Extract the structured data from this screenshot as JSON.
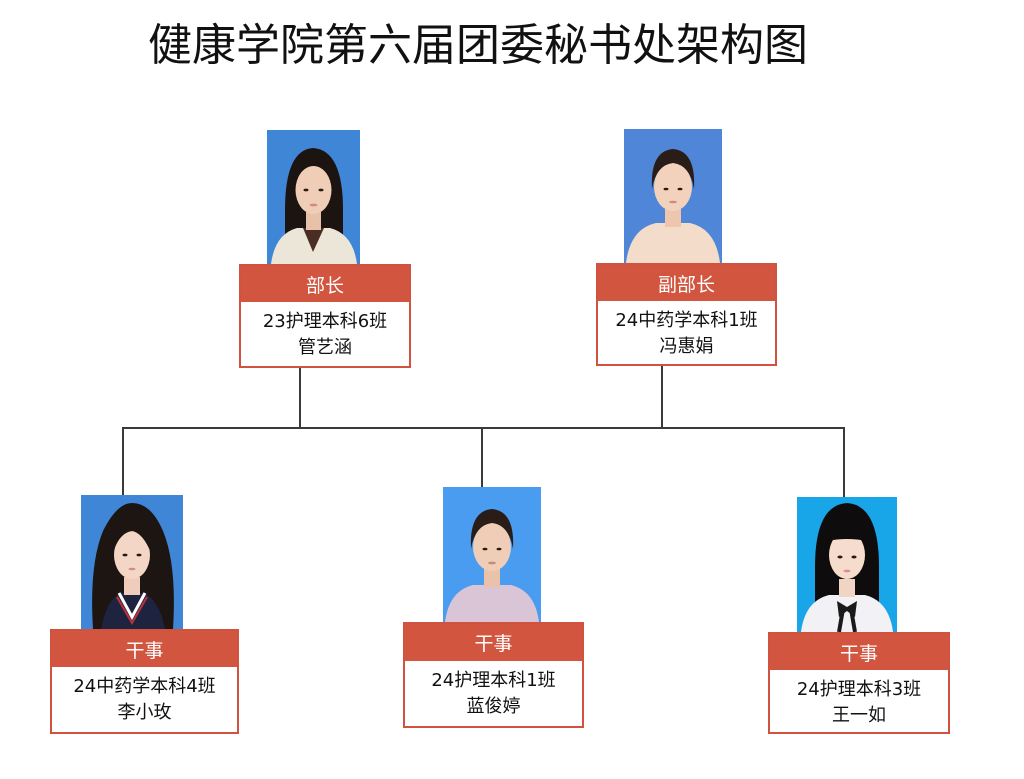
{
  "title": "健康学院第六届团委秘书处架构图",
  "colors": {
    "header_bg": "#d1553f",
    "border": "#d1533f",
    "connector": "#3a3a3a",
    "photo_bg_blue": "#4a8ad8",
    "photo_bg_cyan": "#1aa8e8"
  },
  "leaders": [
    {
      "role": "部长",
      "class": "23护理本科6班",
      "name": "管艺涵",
      "photo": "portrait-photo"
    },
    {
      "role": "副部长",
      "class": "24中药学本科1班",
      "name": "冯惠娟",
      "photo": "portrait-photo"
    }
  ],
  "members": [
    {
      "role": "干事",
      "class": "24中药学本科4班",
      "name": "李小玫",
      "photo": "portrait-photo"
    },
    {
      "role": "干事",
      "class": "24护理本科1班",
      "name": "蓝俊婷",
      "photo": "portrait-photo"
    },
    {
      "role": "干事",
      "class": "24护理本科3班",
      "name": "王一如",
      "photo": "portrait-photo"
    }
  ]
}
